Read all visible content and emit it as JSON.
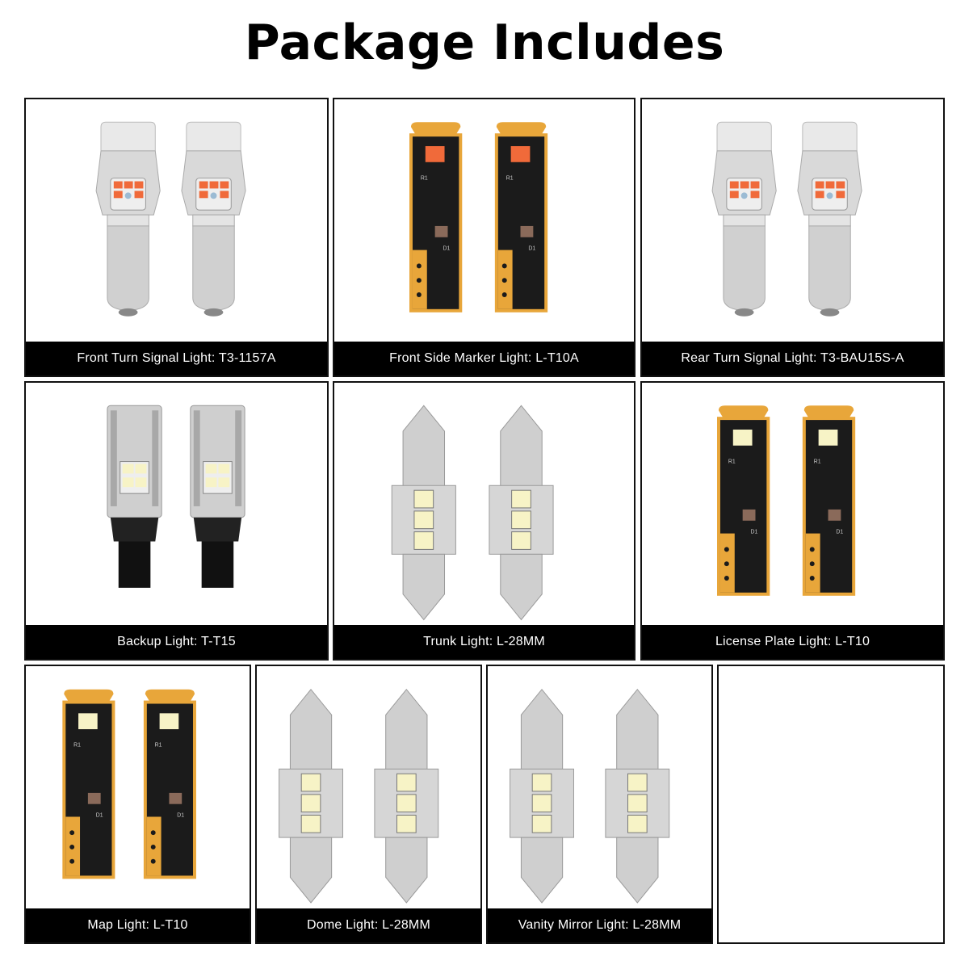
{
  "page_title": "Package Includes",
  "items": [
    {
      "label": "Front Turn Signal Light: T3-1157A",
      "bulb": "ba-bulb-amber-icon"
    },
    {
      "label": "Front Side Marker Light: L-T10A",
      "bulb": "t10-pcb-bulb-amber-icon"
    },
    {
      "label": "Rear Turn Signal Light: T3-BAU15S-A",
      "bulb": "ba-bulb-amber-icon"
    },
    {
      "label": "Backup Light: T-T15",
      "bulb": "t15-wedge-bulb-white-icon"
    },
    {
      "label": "Trunk Light: L-28MM",
      "bulb": "festoon-bulb-white-icon"
    },
    {
      "label": "License Plate Light: L-T10",
      "bulb": "t10-pcb-bulb-white-icon"
    },
    {
      "label": "Map Light: L-T10",
      "bulb": "t10-pcb-bulb-white-icon"
    },
    {
      "label": "Dome Light: L-28MM",
      "bulb": "festoon-bulb-white-icon"
    },
    {
      "label": "Vanity Mirror Light: L-28MM",
      "bulb": "festoon-bulb-white-icon"
    }
  ],
  "colors": {
    "amber_led": "#f06a3a",
    "white_led": "#f7f3c6",
    "pcb_black": "#1b1b1b",
    "pcb_gold": "#e8a63a",
    "caption_bg": "#000000",
    "caption_text": "#ffffff"
  }
}
